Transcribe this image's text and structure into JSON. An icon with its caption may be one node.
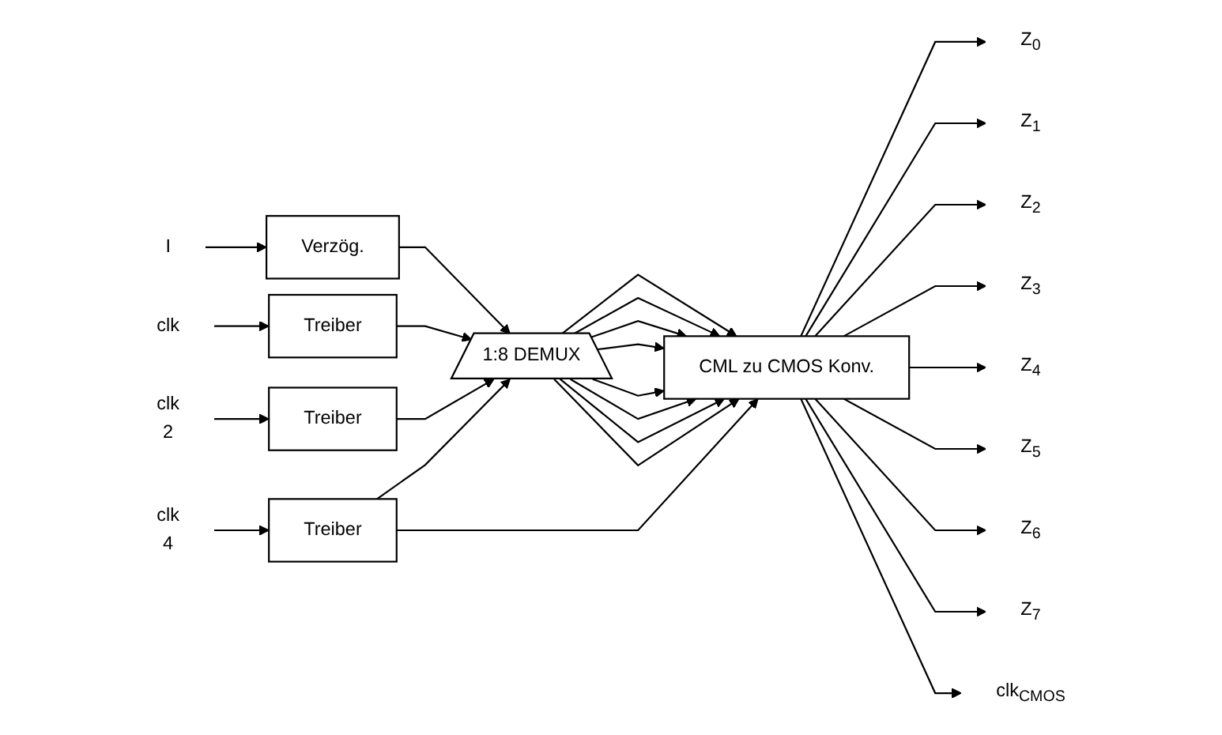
{
  "diagram": {
    "nodes": [
      {
        "text": [
          "I"
        ]
      },
      {
        "text": [
          "Verzög."
        ]
      },
      {
        "text": [
          "1:8 DEMUX"
        ]
      },
      {
        "text": [
          "CML zu CMOS Konv."
        ]
      },
      {
        "text": [
          "Z$_{0}$"
        ]
      },
      {
        "text": [
          "Z$_{1}$"
        ]
      },
      {
        "text": [
          "Z$_{2}$"
        ]
      },
      {
        "text": [
          "Z$_{3}$"
        ]
      },
      {
        "text": [
          "Z$_{4}$"
        ]
      },
      {
        "text": [
          "Z$_{5}$"
        ]
      },
      {
        "text": [
          "Z$_{6}$"
        ]
      },
      {
        "text": [
          "Z$_{7}$"
        ]
      },
      {
        "text": [
          "clk"
        ]
      },
      {
        "text": [
          "Treiber"
        ]
      },
      {
        "text": [
          "clk",
          "2"
        ]
      },
      {
        "text": [
          "Treiber"
        ]
      },
      {
        "text": [
          "clk",
          "4"
        ]
      },
      {
        "text": [
          "Treiber"
        ]
      },
      {
        "text": [
          "clk$_{CMOS}$"
        ]
      }
    ],
    "edges": [
      {
        "from": 0,
        "to": 1,
        "arrow": "to"
      },
      {
        "from": 1,
        "to": 2,
        "arrow": "to"
      },
      {
        "from": 2,
        "to": 3,
        "arrow": "to"
      },
      {
        "from": 2,
        "to": 3,
        "arrow": "to"
      },
      {
        "from": 2,
        "to": 3,
        "arrow": "to"
      },
      {
        "from": 2,
        "to": 3,
        "arrow": "to"
      },
      {
        "from": 2,
        "to": 3,
        "arrow": "to"
      },
      {
        "from": 2,
        "to": 3,
        "arrow": "to"
      },
      {
        "from": 2,
        "to": 3,
        "arrow": "to"
      },
      {
        "from": 2,
        "to": 3,
        "arrow": "to"
      },
      {
        "from": 3,
        "to": 4,
        "arrow": "to"
      },
      {
        "from": 3,
        "to": 5,
        "arrow": "to"
      },
      {
        "from": 3,
        "to": 6,
        "arrow": "to"
      },
      {
        "from": 3,
        "to": 7,
        "arrow": "to"
      },
      {
        "from": 3,
        "to": 8,
        "arrow": "to"
      },
      {
        "from": 3,
        "to": 9,
        "arrow": "to"
      },
      {
        "from": 3,
        "to": 10,
        "arrow": "to"
      },
      {
        "from": 3,
        "to": 11,
        "arrow": "to"
      },
      {
        "from": 12,
        "to": 13,
        "arrow": "to"
      },
      {
        "from": 13,
        "to": 2,
        "arrow": "to"
      },
      {
        "from": 14,
        "to": 15,
        "arrow": "to"
      },
      {
        "from": 15,
        "to": 2,
        "arrow": "to"
      },
      {
        "from": 16,
        "to": 17,
        "arrow": "to"
      },
      {
        "from": 17,
        "to": 2,
        "arrow": "to"
      },
      {
        "from": 17,
        "to": 3,
        "arrow": "to"
      },
      {
        "from": 3,
        "to": 18,
        "arrow": "to"
      }
    ]
  }
}
